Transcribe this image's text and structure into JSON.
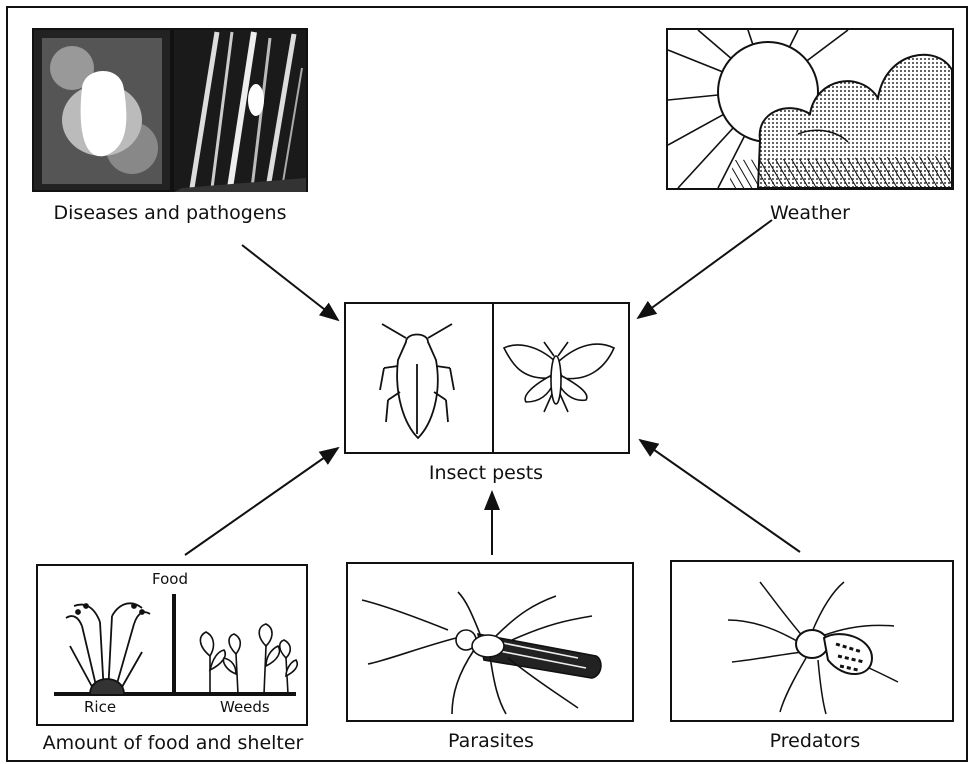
{
  "labels": {
    "diseases": "Diseases and pathogens",
    "weather": "Weather",
    "insect_pests": "Insect pests",
    "food_shelter": "Amount of food and shelter",
    "parasites": "Parasites",
    "predators": "Predators"
  },
  "food_panel": {
    "food": "Food",
    "rice": "Rice",
    "weeds": "Weeds"
  },
  "icons": [
    "diseased-leaf-icon",
    "plant-stem-icon",
    "sun-cloud-icon",
    "leafhopper-icon",
    "moth-icon",
    "rice-plant-icon",
    "weed-plants-icon",
    "wasp-icon",
    "spider-icon"
  ]
}
